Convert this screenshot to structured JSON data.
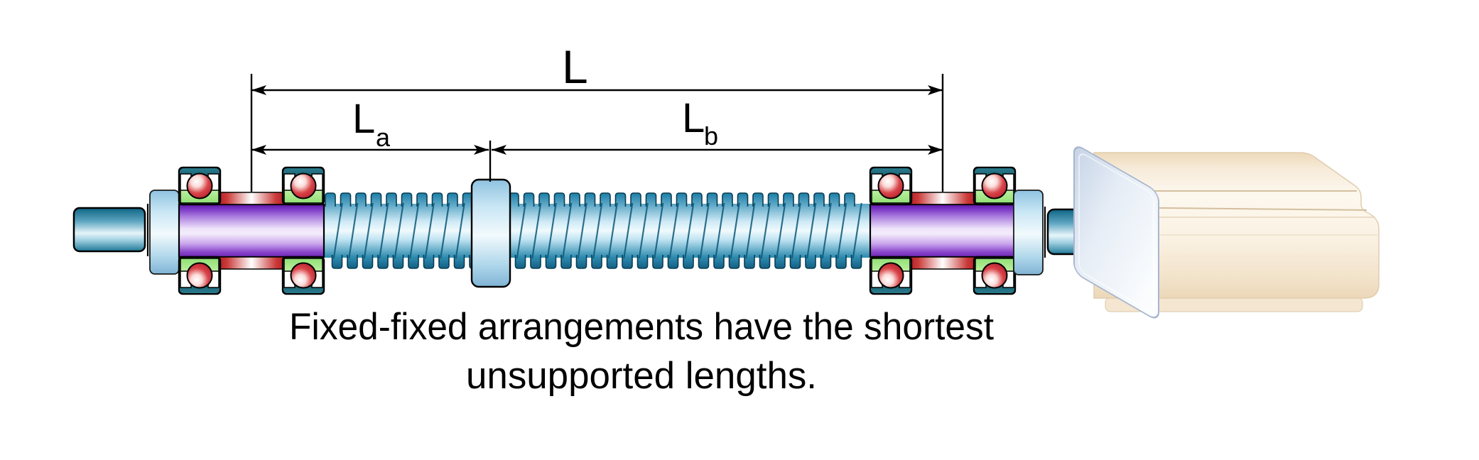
{
  "figure": {
    "kind": "ball-screw fixed-fixed bearing arrangement illustration"
  },
  "dimension_labels": {
    "overall": "L",
    "span_a": {
      "main": "L",
      "sub": "a"
    },
    "span_b": {
      "main": "L",
      "sub": "b"
    }
  },
  "caption": {
    "line1": "Fixed-fixed arrangements have the shortest",
    "line2": "unsupported lengths."
  },
  "colors": {
    "background": "#ffffff",
    "dimension_lines": "#000000",
    "screw_thread_dark": "#16688e",
    "screw_thread_light": "#f0fafd",
    "shaft_purple_dark": "#6b24b4",
    "shaft_purple_light": "#f3ecfc",
    "spacer_red": "#ad0d1c",
    "bearing_ball_red": "#b51b28",
    "bearing_housing_teal": "#0d4f62",
    "bearing_race_green": "#93e076",
    "collar_blue_light": "#c8e6f4",
    "journal_teal": "#0e6585",
    "mount_plate_blue": "#e6edf6",
    "motor_beige": "#f7ecdb",
    "caption_text": "#000000"
  }
}
